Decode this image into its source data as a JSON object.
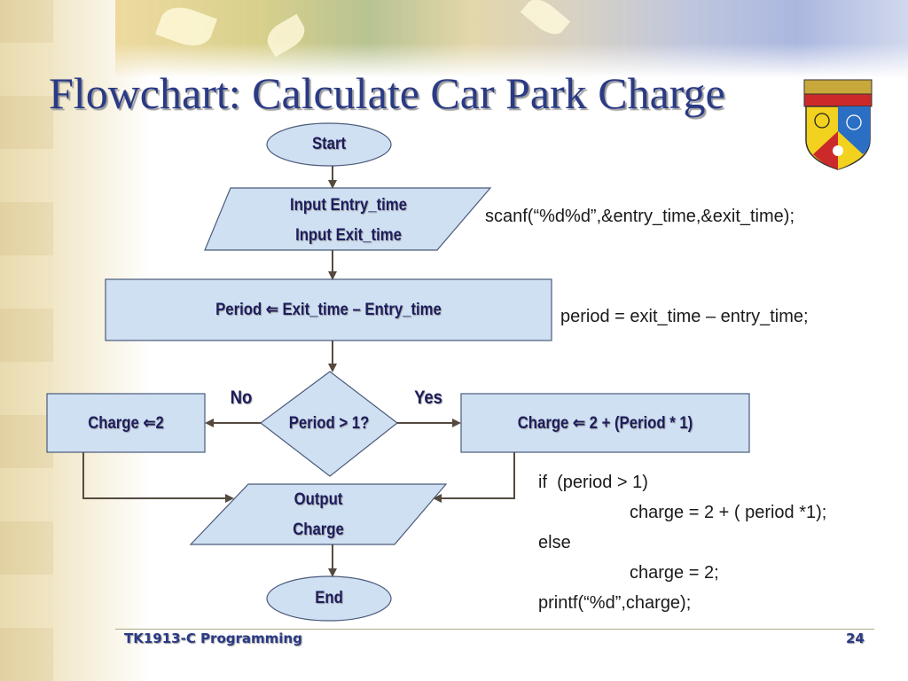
{
  "slide": {
    "title": "Flowchart: Calculate Car Park Charge",
    "footer_left": "TK1913-C Programming",
    "footer_right": "24"
  },
  "flowchart": {
    "start": "Start",
    "input_line1": "Input Entry_time",
    "input_line2": "Input Exit_time",
    "process_period": "Period ⇐ Exit_time – Entry_time",
    "decision": "Period > 1?",
    "branch_no": "No",
    "branch_yes": "Yes",
    "charge_no": "Charge ⇐2",
    "charge_yes": "Charge ⇐ 2 + (Period * 1)",
    "output_line1": "Output",
    "output_line2": "Charge",
    "end": "End"
  },
  "code": {
    "scanf": "scanf(“%d%d”,&entry_time,&exit_time);",
    "period": "period = exit_time – entry_time;",
    "if_line": "if  (period > 1)",
    "charge_expr": "charge = 2 + ( period *1);",
    "else_line": "else",
    "charge_const": "charge = 2;",
    "printf": "printf(“%d”,charge);"
  },
  "colors": {
    "title": "#2a3a85",
    "shape_fill": "#cfe0f3",
    "arrow": "#554a40"
  }
}
